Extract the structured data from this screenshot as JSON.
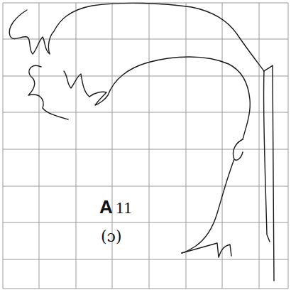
{
  "diagram": {
    "labels": [
      "A",
      "11",
      "(ɔ)"
    ]
  }
}
